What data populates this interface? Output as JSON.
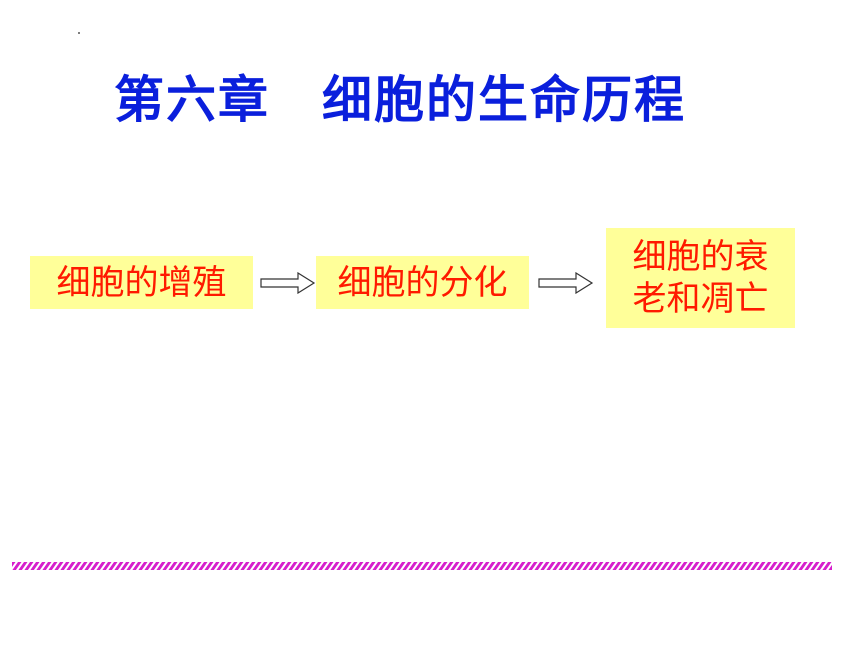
{
  "slide": {
    "title": "第六章　细胞的生命历程",
    "title_color": "#0a1fdc"
  },
  "flow": {
    "box_fill": "#ffff99",
    "text_color": "#ff1a00",
    "steps": [
      {
        "lines": [
          "细胞的增殖"
        ]
      },
      {
        "lines": [
          "细胞的分化"
        ]
      },
      {
        "lines": [
          "细胞的衰",
          "老和凋亡"
        ]
      }
    ],
    "arrow_style": "hollow-right-arrow"
  },
  "divider": {
    "colors": [
      "#d61fcc",
      "#ffffff"
    ],
    "style": "diagonal-hatch"
  }
}
